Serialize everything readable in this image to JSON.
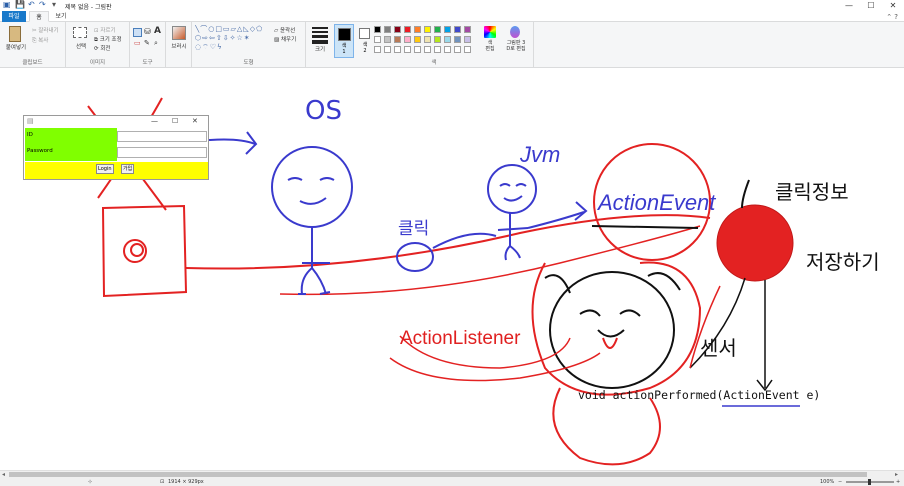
{
  "titlebar": {
    "title": "제목 없음 - 그림판",
    "minimize": "—",
    "maximize": "☐",
    "close": "✕"
  },
  "tabs": {
    "file": "파일",
    "home": "홈",
    "view": "보기"
  },
  "ribbon": {
    "clipboard": {
      "paste": "붙여넣기",
      "cut": "잘라내기",
      "copy": "복사",
      "label": "클립보드"
    },
    "image": {
      "select": "선택",
      "crop": "자르기",
      "resize": "크기 조정",
      "rotate": "회전",
      "label": "이미지"
    },
    "tools": {
      "label": "도구"
    },
    "brushes": {
      "label": "브러시"
    },
    "shapes": {
      "outline": "윤곽선",
      "fill": "채우기",
      "label": "도형"
    },
    "size": {
      "label": "크기"
    },
    "colors": {
      "color1": "색\n1",
      "color1_label": "색",
      "color1_num": "1",
      "color2_label": "색",
      "color2_num": "2",
      "edit_colors": "색\n편집",
      "edit_colors_label": "색",
      "edit_colors_label2": "편집",
      "paint3d": "그림판 3",
      "paint3d2": "D로 편집",
      "label": "색",
      "palette": [
        "#000000",
        "#7f7f7f",
        "#880015",
        "#ed1c24",
        "#ff7f27",
        "#fff200",
        "#22b14c",
        "#00a2e8",
        "#3f48cc",
        "#a349a4",
        "#ffffff",
        "#c3c3c3",
        "#b97a57",
        "#ffaec9",
        "#ffc90e",
        "#efe4b0",
        "#b5e61d",
        "#99d9ea",
        "#7092be",
        "#c8bfe7",
        "#ffffff",
        "#ffffff",
        "#ffffff",
        "#ffffff",
        "#ffffff",
        "#ffffff",
        "#ffffff",
        "#ffffff",
        "#ffffff",
        "#ffffff"
      ]
    }
  },
  "canvas": {
    "java_window": {
      "id_label": "ID",
      "password_label": "Password",
      "login_button": "Login",
      "join_button": "가입"
    },
    "labels": {
      "os": "OS",
      "jvm": "Jvm",
      "click": "클릭",
      "action_event": "ActionEvent",
      "click_info": "클릭정보",
      "storage": "저장하기",
      "action_listener": "ActionListener",
      "sensor": "센서",
      "method_signature": "void actionPerformed(ActionEvent e)"
    }
  },
  "statusbar": {
    "cursor_pos": "",
    "canvas_size": "1914 × 929px",
    "zoom": "100%"
  },
  "colors": {
    "blue_ink": "#3a3acd",
    "red_ink": "#e32222",
    "black_ink": "#111111",
    "file_tab": "#1979ca"
  }
}
